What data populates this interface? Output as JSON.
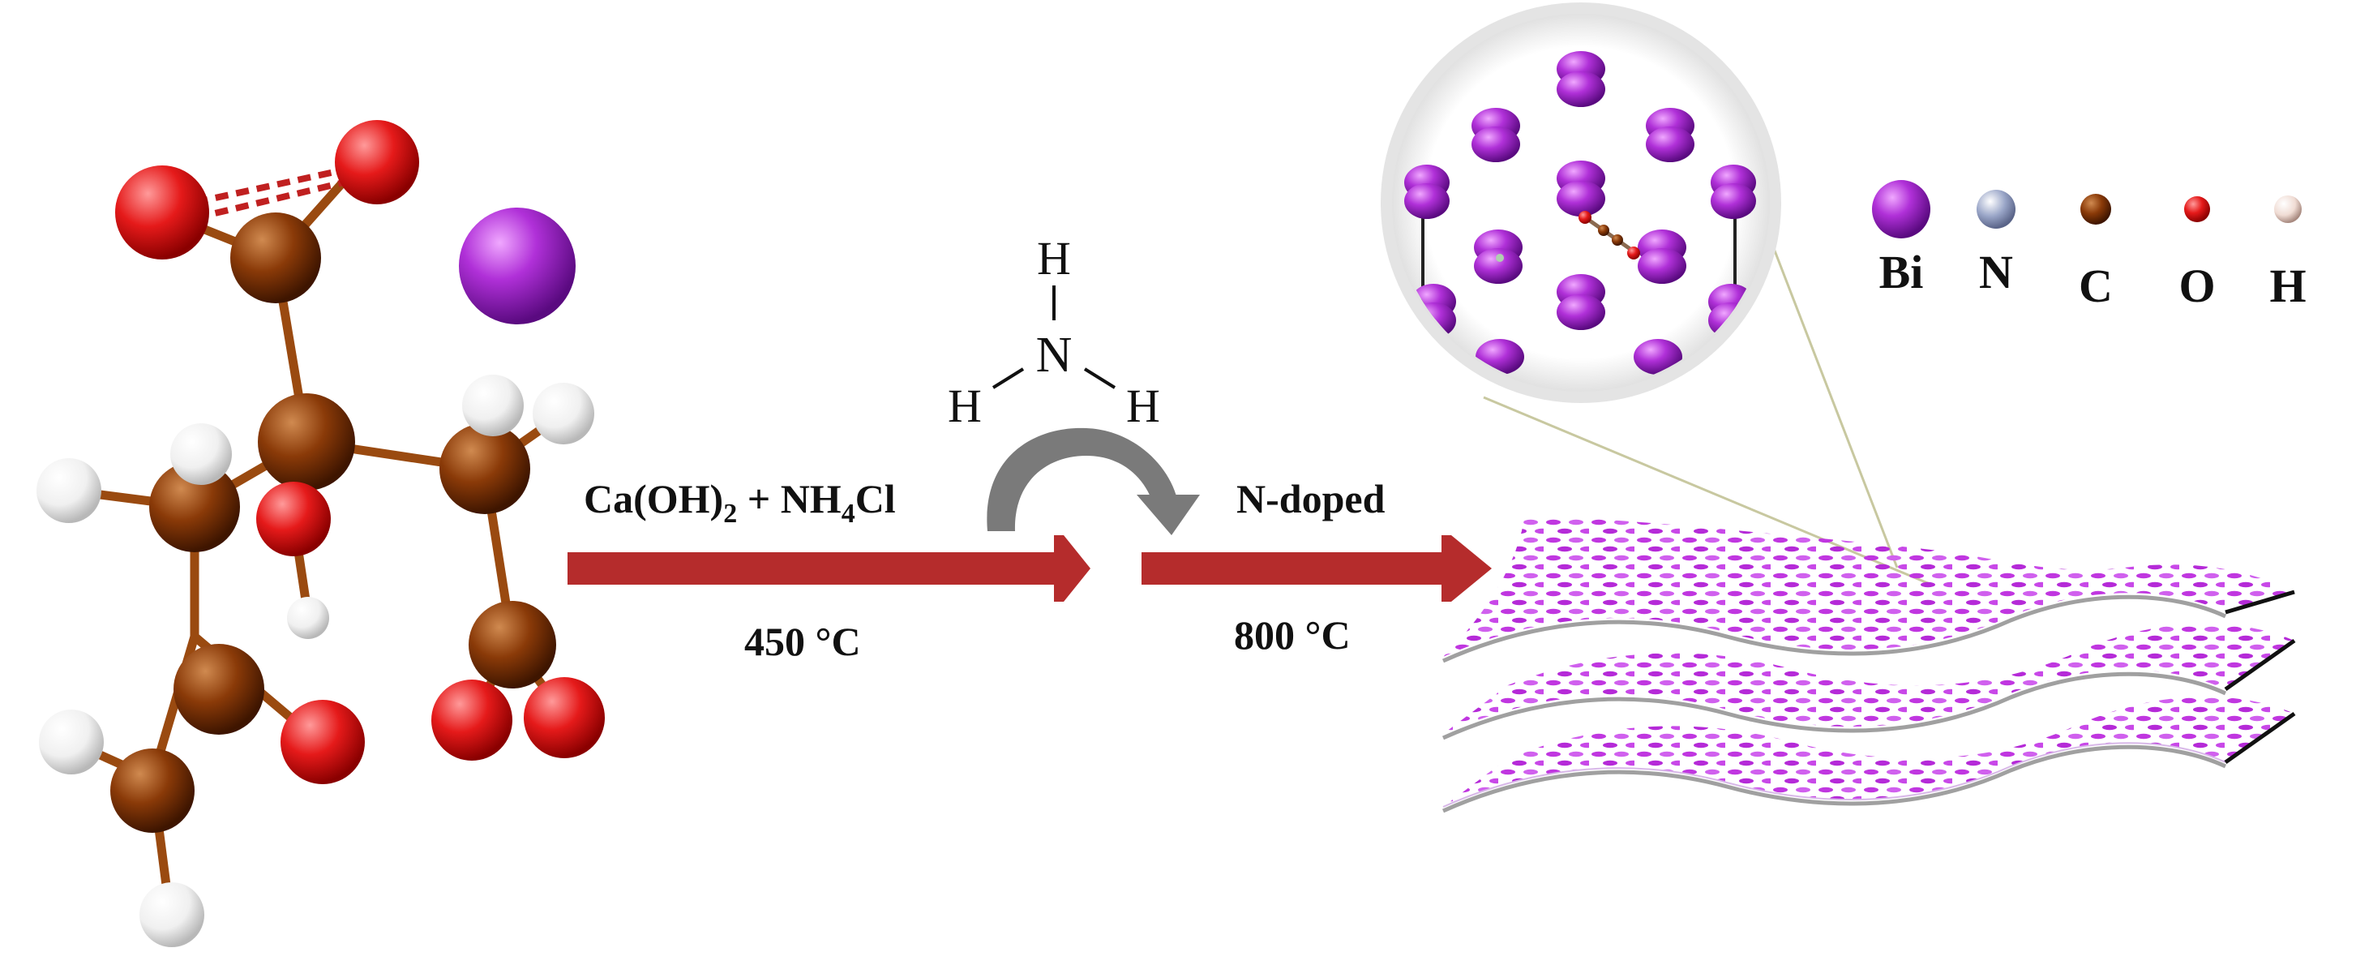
{
  "step1": {
    "reagent_base": "Ca(OH)",
    "reagent_sub1": "2",
    "reagent_plus": " + NH",
    "reagent_sub2": "4",
    "reagent_end": "Cl",
    "temperature": "450 °C"
  },
  "ammonia": {
    "center": "N",
    "h_top": "H",
    "h_left": "H",
    "h_right": "H"
  },
  "step2": {
    "label": "N-doped",
    "temperature": "800 °C"
  },
  "legend": {
    "items": [
      {
        "symbol": "Bi",
        "color": "#a020c8"
      },
      {
        "symbol": "N",
        "color": "#9aa6c8"
      },
      {
        "symbol": "C",
        "color": "#6b3410"
      },
      {
        "symbol": "O",
        "color": "#e01818"
      },
      {
        "symbol": "H",
        "color": "#e8d8d0"
      }
    ]
  },
  "colors": {
    "arrow": "#b52c2c",
    "curved_arrow": "#7a7a7a",
    "bismuth": "#b030d8",
    "carbon": "#8a3a08",
    "oxygen": "#e51a1a",
    "hydrogen": "#f2f2f2"
  }
}
